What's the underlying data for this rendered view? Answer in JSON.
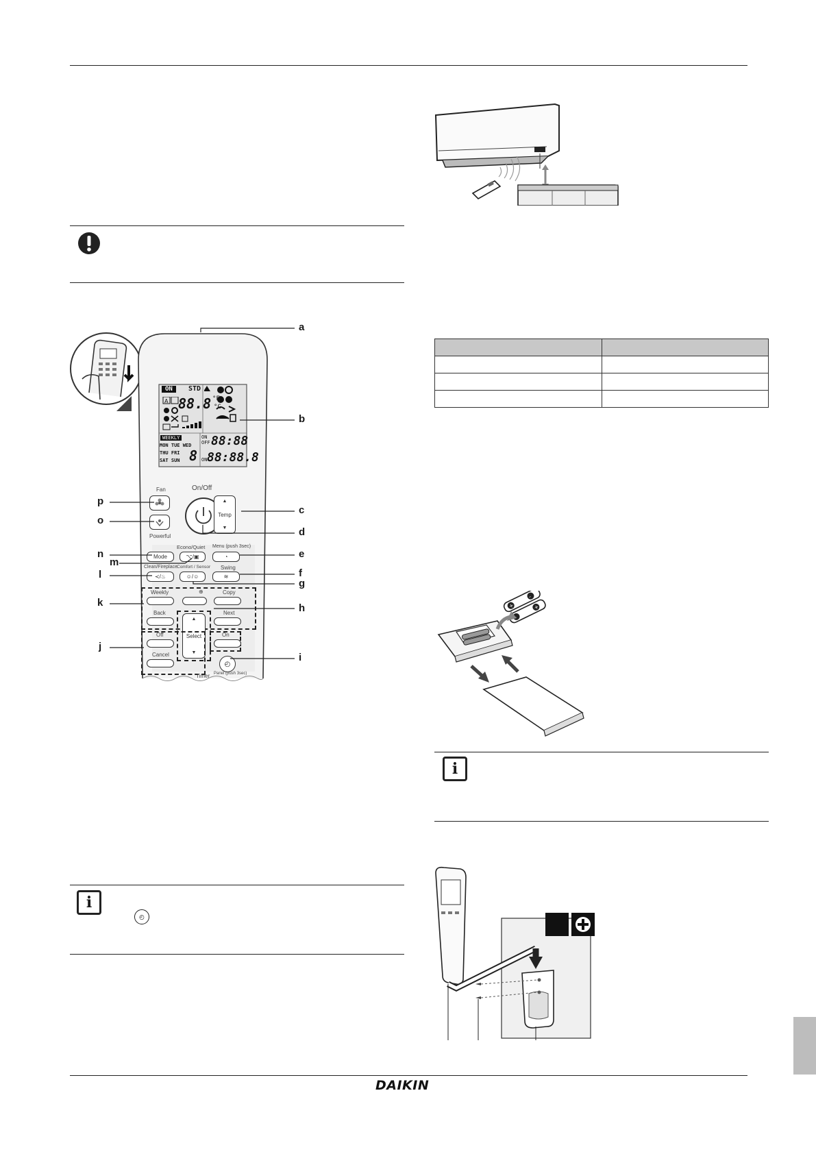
{
  "brand": {
    "logo_text": "DAIKIN"
  },
  "remote": {
    "callouts": {
      "a": "a",
      "b": "b",
      "c": "c",
      "d": "d",
      "e": "e",
      "f": "f",
      "g": "g",
      "h": "h",
      "i": "i",
      "j": "j",
      "k": "k",
      "l": "l",
      "m": "m",
      "n": "n",
      "o": "o",
      "p": "p"
    },
    "lcd": {
      "on_badge": "ON",
      "std": "STD",
      "temp_big": "88.8",
      "unit_c": "°C",
      "unit_f": "°F",
      "weekly": "WEEKLY",
      "days_row1": "MON TUE WED",
      "days_row2": "THU FRI",
      "days_row3": "SAT SUN",
      "day_digit": "8",
      "on_label": "ON",
      "off_label": "OFF",
      "on_label2": "ON",
      "time_top": "88:88",
      "time_bottom": "88:88.8"
    },
    "buttons": {
      "fan": "Fan",
      "on_off": "On/Off",
      "powerful": "Powerful",
      "temp": "Temp",
      "mode": "Mode",
      "econo_quiet": "Econo/Quiet",
      "menu": "Menu (push 3sec)",
      "clean_fireplace": "Clean/Fireplace",
      "comfort_sensor": "Comfort / Sensor",
      "swing": "Swing",
      "weekly": "Weekly",
      "copy": "Copy",
      "back": "Back",
      "next": "Next",
      "select": "Select",
      "off": "Off",
      "on": "On",
      "cancel": "Cancel",
      "timer": "Timer",
      "panel": "Panel (push 3sec)"
    }
  },
  "colors": {
    "line": "#222222",
    "table_header": "#c8c8c8",
    "side_tab": "#bdbdbd",
    "remote_body": "#f4f4f4"
  }
}
